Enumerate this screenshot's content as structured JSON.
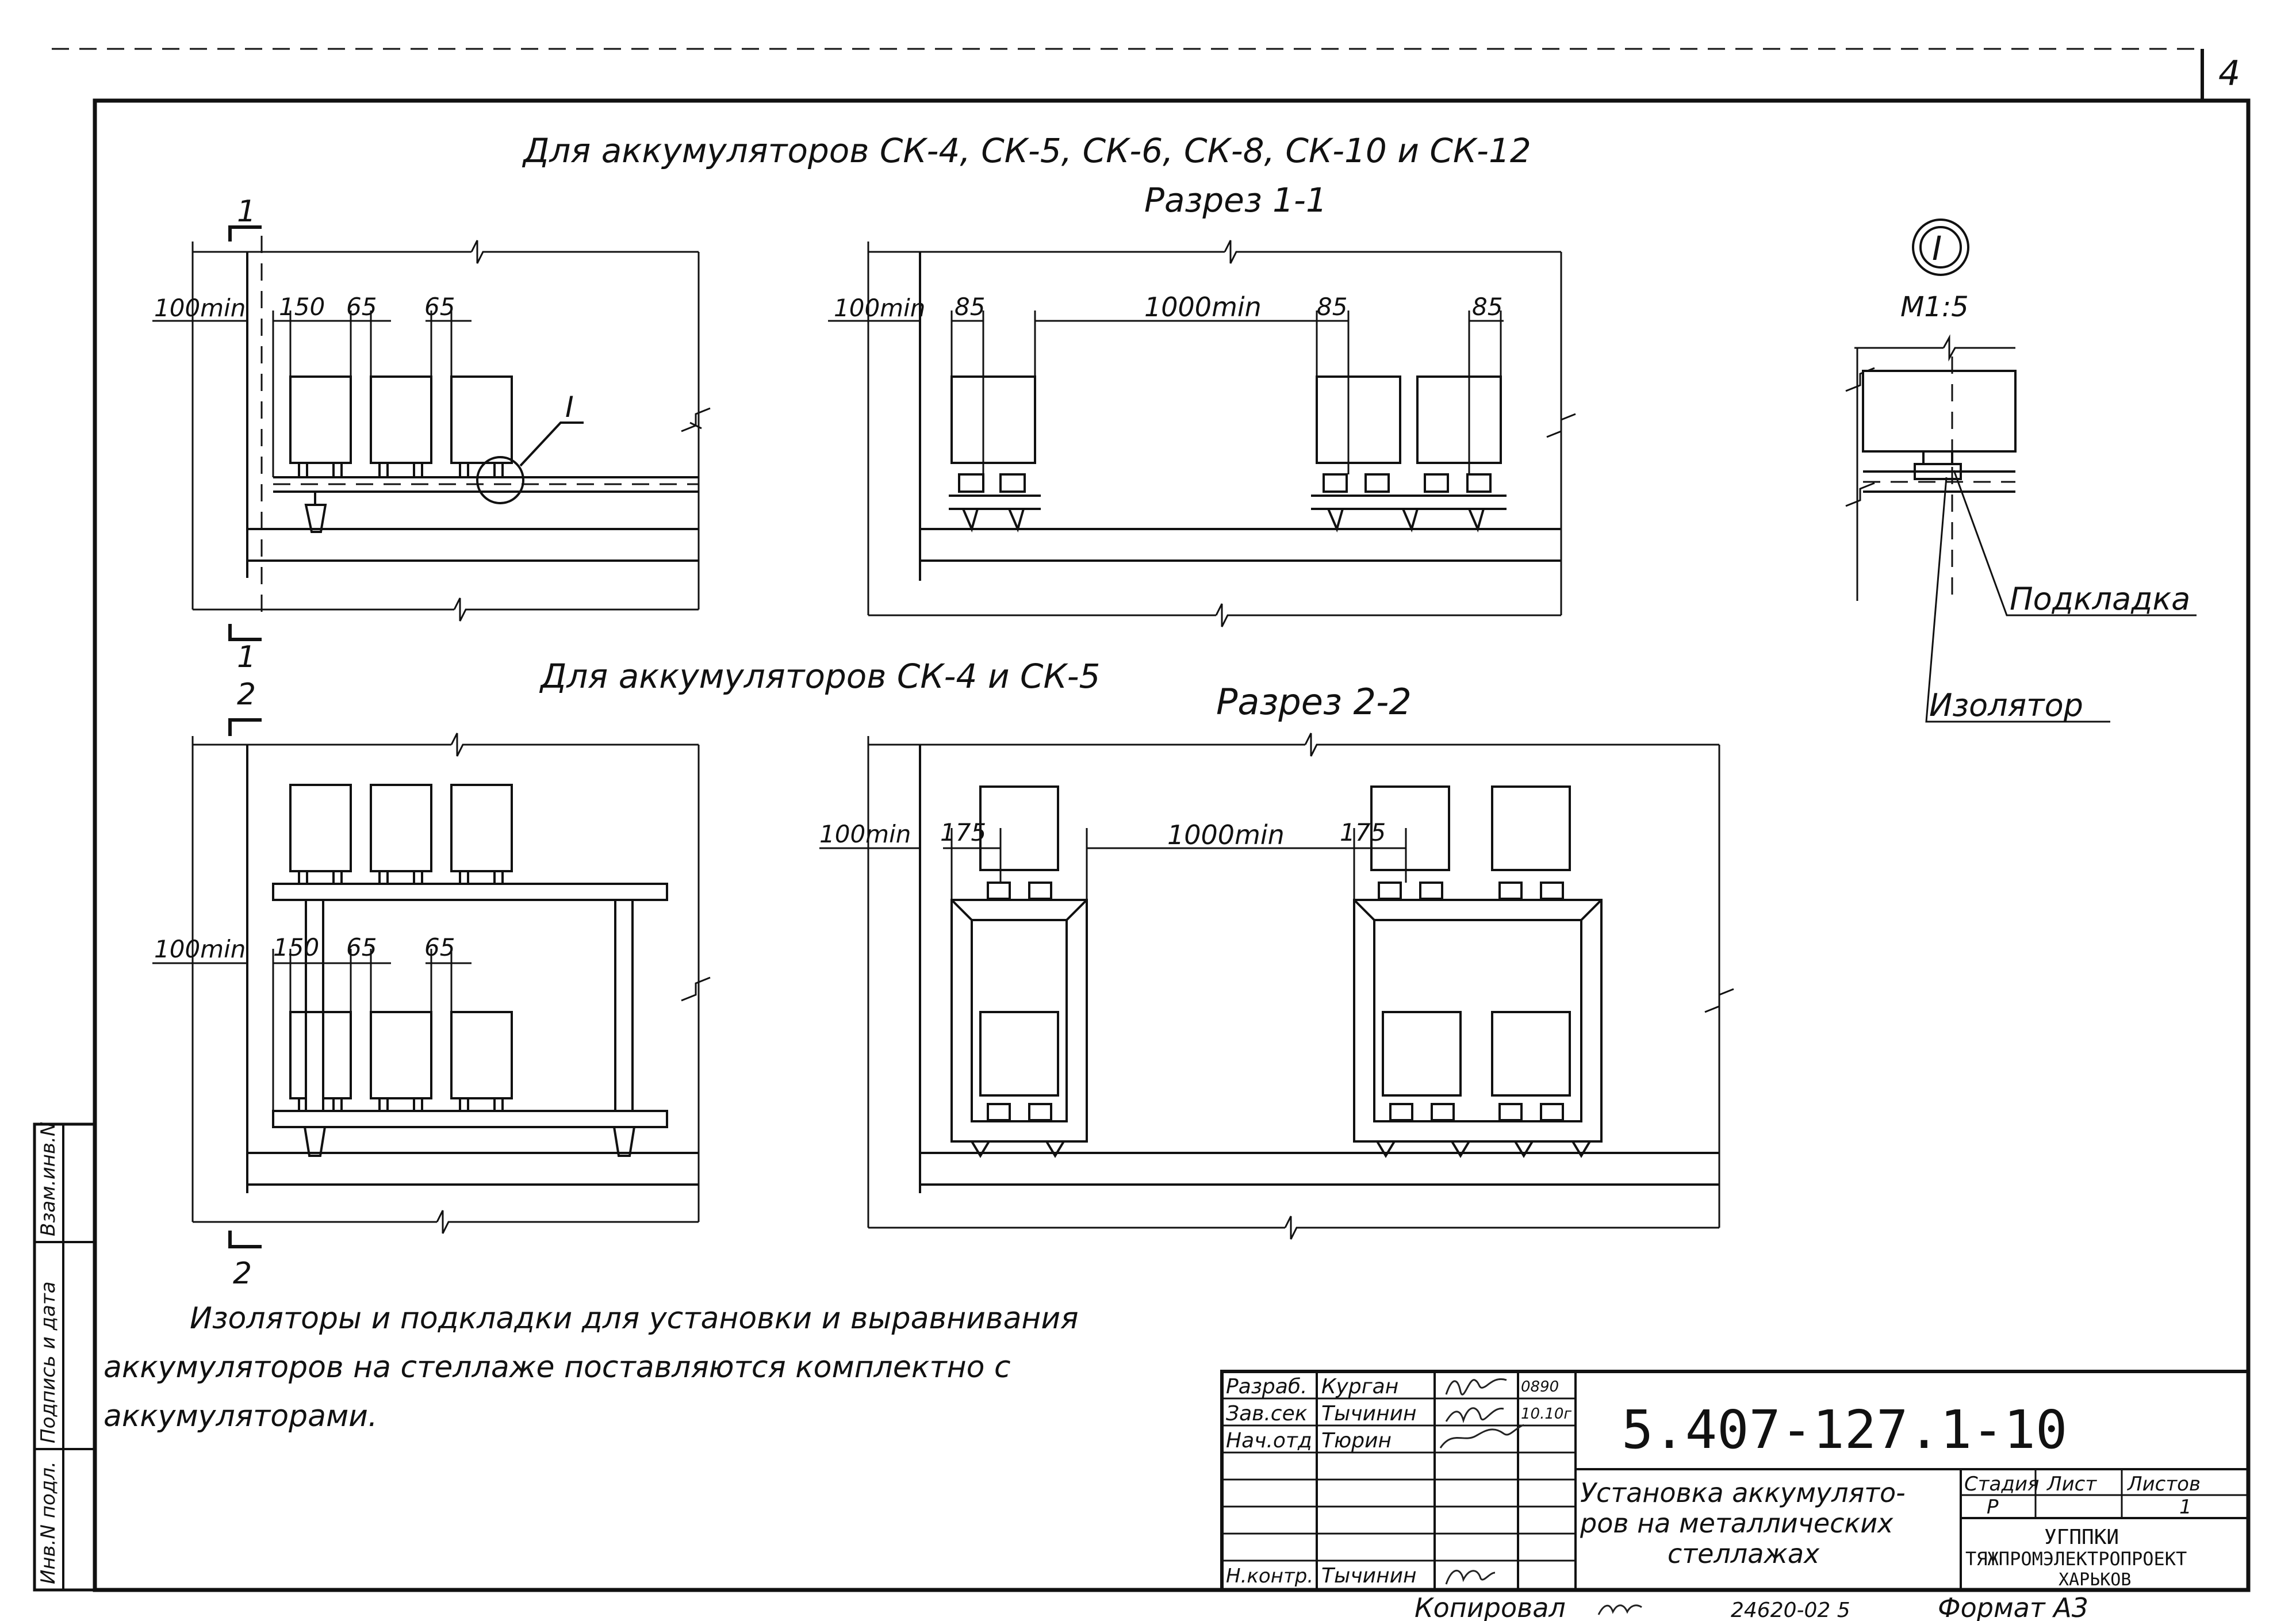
{
  "sheet": {
    "sheet_number": "4",
    "heading_all": "Для аккумуляторов СК-4, СК-5, СК-6, СК-8, СК-10 и СК-12",
    "heading_sk45": "Для аккумуляторов СК-4 и СК-5",
    "section_1_1": "Разрез 1-1",
    "section_2_2": "Разрез 2-2",
    "cut_1": "1",
    "cut_2": "2",
    "node_mark": "I",
    "node_scale": "М1:5",
    "label_pad": "Подкладка",
    "label_insulator": "Изолятор",
    "dims": {
      "d100min": "100min",
      "d150": "150",
      "d65": "65",
      "d85": "85",
      "d1000min": "1000min",
      "d175": "175"
    },
    "note_line1": "Изоляторы и подкладки для установки и выравнивания",
    "note_line2": "аккумуляторов на стеллаже поставляются комплектно с",
    "note_line3": "аккумуляторами.",
    "side_stamp": [
      "Инв.N подл.",
      "Подпись и дата",
      "Взам.инв.N"
    ]
  },
  "title_block": {
    "designation": "5.407-127.1-10",
    "title_line1": "Установка аккумулято-",
    "title_line2": "ров на металлических",
    "title_line3": "стеллажах",
    "roles": [
      {
        "role": "Разраб.",
        "name": "Курган",
        "date": "0890"
      },
      {
        "role": "Зав.сек",
        "name": "Тычинин",
        "date": "10.10г"
      },
      {
        "role": "Нач.отд",
        "name": "Тюрин",
        "date": ""
      },
      {
        "role": "Н.контр.",
        "name": "Тычинин",
        "date": ""
      }
    ],
    "col_stage": "Стадия",
    "col_sheet": "Лист",
    "col_sheets": "Листов",
    "stage": "Р",
    "sheets_total": "1",
    "org_line1": "УГППКИ",
    "org_line2": "ТЯЖПРОМЭЛЕКТРОПРОЕКТ",
    "org_line3": "ХАРЬКОВ"
  },
  "footer": {
    "copied": "Копировал",
    "order": "24620-02 5",
    "format": "Формат А3"
  }
}
